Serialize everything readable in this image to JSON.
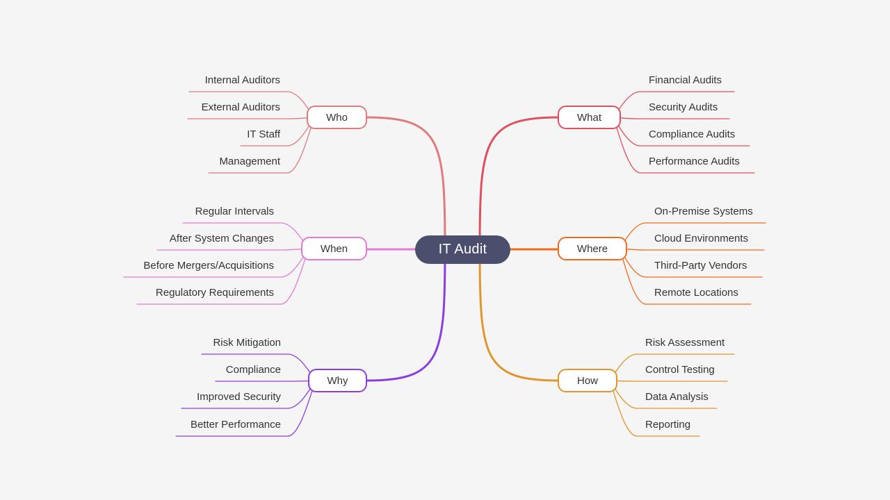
{
  "central": {
    "label": "IT Audit",
    "color": "#4b4e6d"
  },
  "branches": [
    {
      "key": "who",
      "label": "Who",
      "color": "#e07b7b",
      "leaves": [
        "Internal Auditors",
        "External Auditors",
        "IT Staff",
        "Management"
      ]
    },
    {
      "key": "when",
      "label": "When",
      "color": "#e27ad3",
      "leaves": [
        "Regular Intervals",
        "After System Changes",
        "Before Mergers/Acquisitions",
        "Regulatory Requirements"
      ]
    },
    {
      "key": "why",
      "label": "Why",
      "color": "#8a3ee0",
      "leaves": [
        "Risk Mitigation",
        "Compliance",
        "Improved Security",
        "Better Performance"
      ]
    },
    {
      "key": "what",
      "label": "What",
      "color": "#e0505e",
      "leaves": [
        "Financial Audits",
        "Security Audits",
        "Compliance Audits",
        "Performance Audits"
      ]
    },
    {
      "key": "where",
      "label": "Where",
      "color": "#f26b1d",
      "leaves": [
        "On-Premise Systems",
        "Cloud Environments",
        "Third-Party Vendors",
        "Remote Locations"
      ]
    },
    {
      "key": "how",
      "label": "How",
      "color": "#e0962a",
      "leaves": [
        "Risk Assessment",
        "Control Testing",
        "Data Analysis",
        "Reporting"
      ]
    }
  ]
}
